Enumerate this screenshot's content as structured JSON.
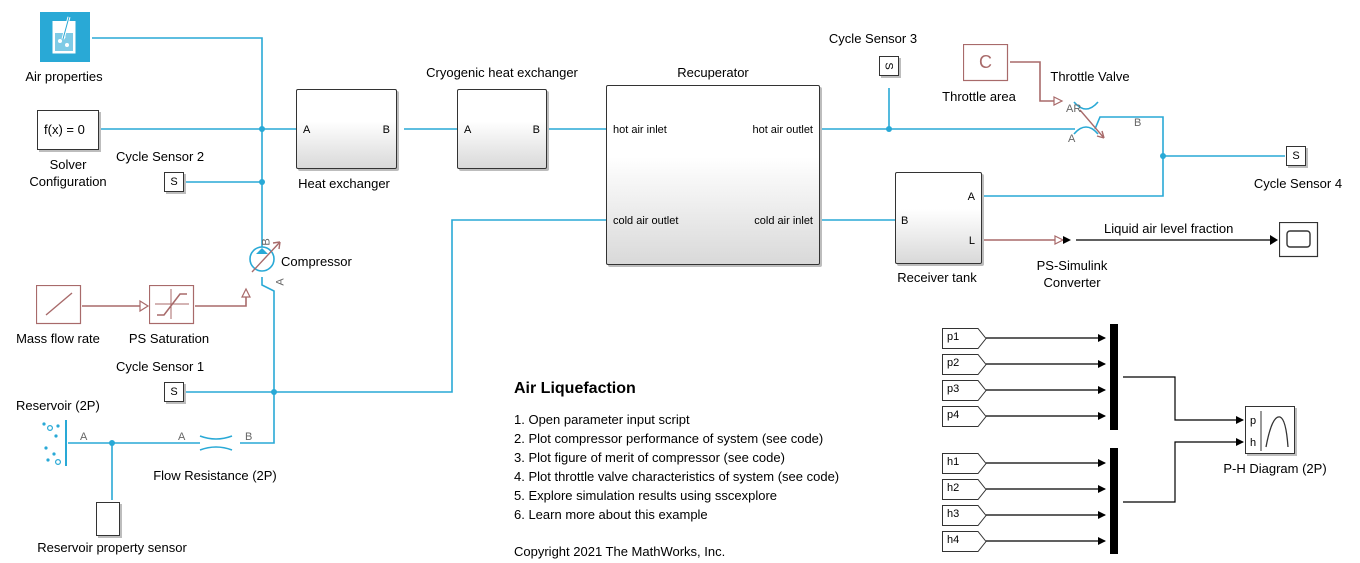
{
  "blocks": {
    "air_properties": "Air properties",
    "solver_equation": "f(x) = 0",
    "solver_label": "Solver\nConfiguration",
    "solver_line1": "Solver",
    "solver_line2": "Configuration",
    "heat_exchanger": "Heat exchanger",
    "cryogenic_hx": "Cryogenic heat exchanger",
    "recuperator": "Recuperator",
    "compressor": "Compressor",
    "mass_flow_rate": "Mass flow rate",
    "ps_saturation": "PS Saturation",
    "reservoir": "Reservoir (2P)",
    "flow_resistance": "Flow Resistance (2P)",
    "reservoir_sensor": "Reservoir property sensor",
    "receiver_tank": "Receiver tank",
    "ps_simulink_line1": "PS-Simulink",
    "ps_simulink_line2": "Converter",
    "throttle_area": "Throttle area",
    "throttle_area_glyph": "C",
    "throttle_valve": "Throttle Valve",
    "liquid_air_level": "Liquid air level fraction",
    "ph_diagram": "P-H Diagram (2P)",
    "ph_port_p": "p",
    "ph_port_h": "h"
  },
  "sensors": {
    "cycle1": "Cycle Sensor 1",
    "cycle2": "Cycle Sensor 2",
    "cycle3": "Cycle Sensor 3",
    "cycle4": "Cycle Sensor 4",
    "glyph": "S"
  },
  "ports": {
    "A": "A",
    "B": "B",
    "L": "L",
    "AR": "AR",
    "hot_air_inlet": "hot air inlet",
    "hot_air_outlet": "hot air outlet",
    "cold_air_outlet": "cold air outlet",
    "cold_air_inlet": "cold air inlet"
  },
  "tags": {
    "p": [
      "p1",
      "p2",
      "p3",
      "p4"
    ],
    "h": [
      "h1",
      "h2",
      "h3",
      "h4"
    ]
  },
  "annotation": {
    "title": "Air Liquefaction",
    "links": [
      "1. Open parameter input script",
      "2. Plot compressor performance of system (see code)",
      "3. Plot figure of merit of compressor (see code)",
      "4. Plot throttle valve characteristics of system (see code)",
      "5. Explore simulation results using sscexplore",
      "6. Learn more about this example"
    ],
    "copyright": "Copyright 2021 The MathWorks, Inc."
  },
  "colors": {
    "thermal_liquid_line": "#29a9d6",
    "physical_signal_line": "#a86a6a",
    "signal_line": "#000000"
  }
}
